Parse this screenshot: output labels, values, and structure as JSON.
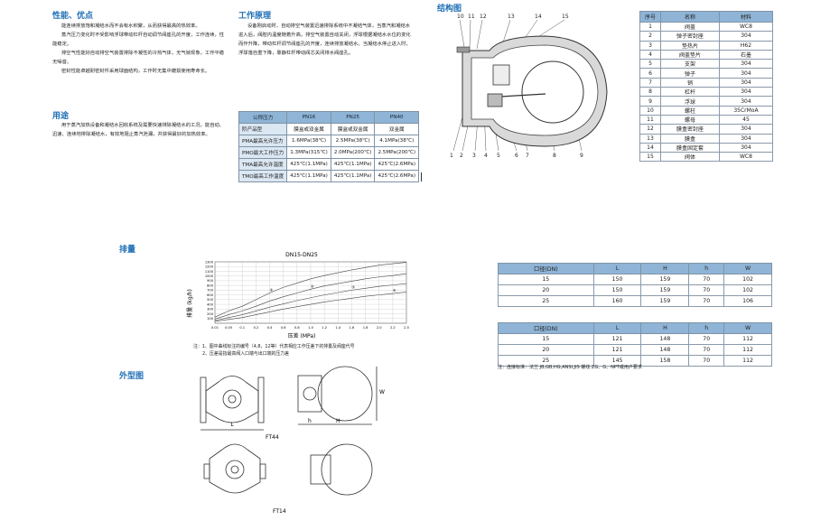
{
  "features": {
    "heading": "性能、优点",
    "paragraphs": [
      "能连续排放饱和凝结水而不会有水积聚，从而获得最高的热效率。",
      "蒸汽压力变化时不受影响浮球带动杠杆自动调节阀座孔的开度，工作连续，性能稳定。",
      "排空气性能好自动排空气装置排除不凝性的冷热气体，无气锁现象，工作平稳无噪音。",
      "密封性能卓越耐密封件采用球面结构，工作时无集中磨损使用寿命长。"
    ]
  },
  "usage": {
    "heading": "用途",
    "paragraphs": [
      "用于蒸汽加热设备和凝结水回收系统及需要快速排除凝结水的工况，能自动、迅速、连续地排除凝结水，有效地阻止蒸汽泄漏，并获得最好的加热效率。"
    ]
  },
  "principle": {
    "heading": "工作原理",
    "paragraphs": [
      "设备刚启动时，自动排空气装置迅速排除系统中不凝结气体，当蒸汽和凝结水进入后，阀腔内温度随着升高，排空气装置自动关闭，浮球根据凝结水水位的变化而作升降，带动杠杆调节阀座孔的开度，连续排放凝结水。当凝结水停止进入时，浮球落自重下降，靠静杠杆带动阀芯关闭排水阀座孔。"
    ]
  },
  "work_table": {
    "headers": [
      "公称压力",
      "PN16",
      "PN25",
      "PN40"
    ],
    "rows": [
      [
        "阶产品型",
        "膜盒或双金属",
        "膜盒或双金属",
        "双金属"
      ],
      [
        "PMA最高允许压力",
        "1.6MPa(38℃)",
        "2.5MPa(38℃)",
        "4.1MPa(38℃)"
      ],
      [
        "PMO最大工作压力",
        "1.3MPa(315℃)",
        "2.0MPa(200℃)",
        "2.5MPa(200℃)"
      ],
      [
        "TMA最高允许温度",
        "425℃(1.1MPa)",
        "425℃(1.1MPa)",
        "425℃(2.6MPa)"
      ],
      [
        "TMO最高工作温度",
        "425℃(1.1MPa)",
        "425℃(1.1MPa)",
        "425℃(2.6MPa)"
      ]
    ]
  },
  "structure": {
    "heading": "结构图",
    "top_callouts": [
      "10",
      "11",
      "12",
      "13",
      "14",
      "15"
    ],
    "bottom_callouts": [
      "1",
      "2",
      "3",
      "4",
      "5",
      "6",
      "7",
      "8",
      "9"
    ]
  },
  "parts_table": {
    "headers": [
      "序号",
      "名称",
      "材料"
    ],
    "rows": [
      [
        "1",
        "阀盖",
        "WC8"
      ],
      [
        "2",
        "弹子密封座",
        "304"
      ],
      [
        "3",
        "垫热片",
        "H62"
      ],
      [
        "4",
        "阀盖垫片",
        "石墨"
      ],
      [
        "5",
        "支架",
        "304"
      ],
      [
        "6",
        "弹子",
        "304"
      ],
      [
        "7",
        "销",
        "304"
      ],
      [
        "8",
        "杠杆",
        "304"
      ],
      [
        "9",
        "浮球",
        "304"
      ],
      [
        "10",
        "螺柱",
        "35CrMoA"
      ],
      [
        "11",
        "螺母",
        "45"
      ],
      [
        "12",
        "膜盒密封座",
        "304"
      ],
      [
        "13",
        "膜盒",
        "304"
      ],
      [
        "14",
        "膜盒固定套",
        "304"
      ],
      [
        "15",
        "阀体",
        "WC8"
      ]
    ]
  },
  "discharge": {
    "heading": "排量"
  },
  "chart_data": {
    "type": "line",
    "title": "DN15-DN25",
    "xlabel": "压差 (MPa)",
    "ylabel": "排量 (kg/h)",
    "x_ticks": [
      "0.01",
      "0.05",
      "0.1",
      "0.2",
      "0.4",
      "0.6",
      "0.8",
      "1.0",
      "1.2",
      "1.4",
      "1.6",
      "1.8",
      "2.0",
      "2.2",
      "2.5"
    ],
    "y_ticks": [
      "100",
      "200",
      "300",
      "400",
      "500",
      "600",
      "700",
      "800",
      "900",
      "1000",
      "1100",
      "1200",
      "1300"
    ],
    "ylim": [
      0,
      1300
    ],
    "grid": true,
    "series": [
      {
        "name": "①",
        "values": [
          130,
          260,
          360,
          500,
          640,
          760,
          850,
          940,
          1010,
          1070,
          1130,
          1180,
          1230,
          1260,
          1290
        ]
      },
      {
        "name": "②",
        "values": [
          90,
          180,
          260,
          360,
          470,
          560,
          640,
          720,
          790,
          840,
          890,
          940,
          980,
          1010,
          1050
        ]
      },
      {
        "name": "③",
        "values": [
          60,
          120,
          180,
          260,
          340,
          410,
          480,
          540,
          600,
          650,
          700,
          740,
          780,
          810,
          840
        ]
      },
      {
        "name": "④",
        "values": [
          40,
          80,
          120,
          180,
          240,
          300,
          350,
          400,
          450,
          490,
          530,
          570,
          600,
          630,
          660
        ]
      }
    ]
  },
  "chart_note": {
    "lines": [
      "注：1、图中曲线标注的编号（4,8，12等）代表相应工作压差下的排量及阀座代号",
      "2、压差是指最高阀入口端与出口端的压力差"
    ]
  },
  "dim_table_1": {
    "headers": [
      "口径(DN)",
      "L",
      "H",
      "h",
      "W"
    ],
    "rows": [
      [
        "15",
        "150",
        "159",
        "70",
        "102"
      ],
      [
        "20",
        "150",
        "159",
        "70",
        "102"
      ],
      [
        "25",
        "160",
        "159",
        "70",
        "106"
      ]
    ]
  },
  "dim_table_2": {
    "headers": [
      "口径(DN)",
      "L",
      "H",
      "h",
      "W"
    ],
    "rows": [
      [
        "15",
        "121",
        "148",
        "70",
        "112"
      ],
      [
        "20",
        "121",
        "148",
        "70",
        "112"
      ],
      [
        "25",
        "145",
        "158",
        "70",
        "112"
      ]
    ]
  },
  "connection_note": "注：连接标准：法兰 JB,GB,HG,ANSI,JIS 螺纹 ZG、G、NPT或用户要求",
  "outline": {
    "heading": "外型图",
    "dim_labels": {
      "L": "L",
      "H": "H",
      "h": "h",
      "W": "W"
    },
    "models": [
      {
        "name": "FT44"
      },
      {
        "name": "FT14"
      }
    ]
  },
  "colors": {
    "accent": "#1f6fb6",
    "header_fill": "#8fb4d6",
    "row_fill": "#dbe7f2",
    "border": "#7f93a6"
  }
}
